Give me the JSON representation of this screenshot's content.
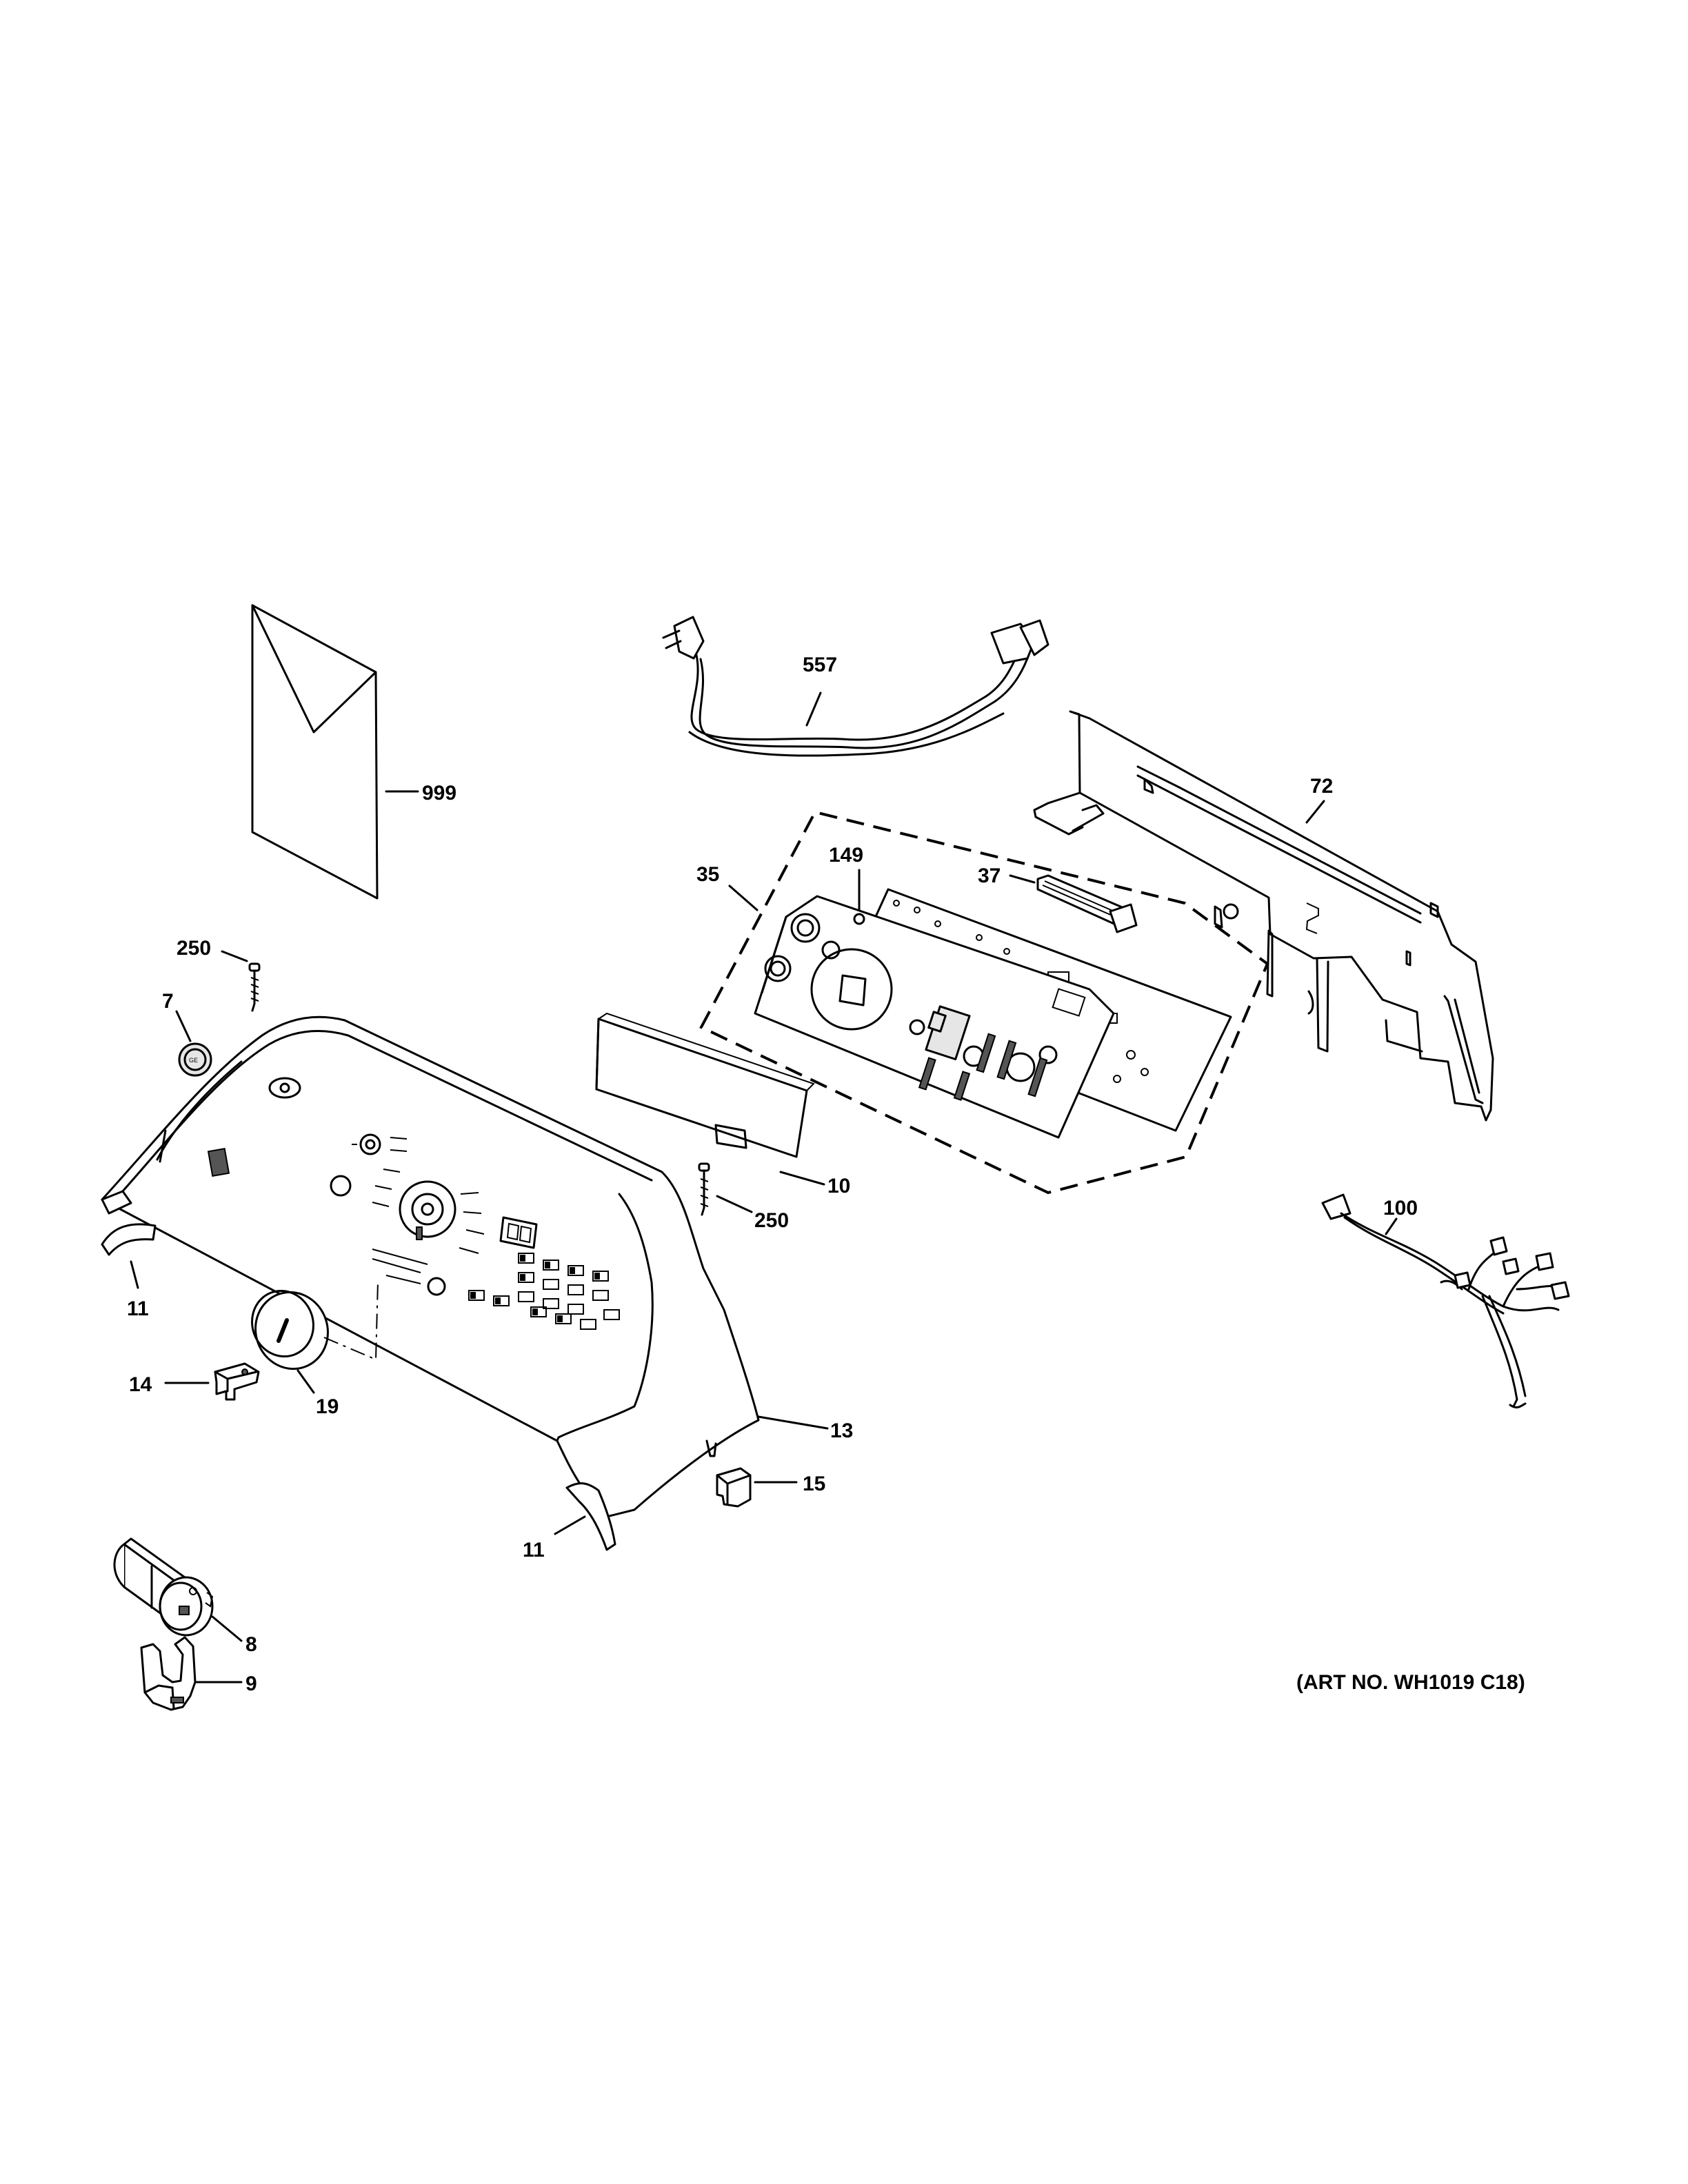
{
  "callouts": {
    "c999": "999",
    "c557": "557",
    "c72": "72",
    "c35": "35",
    "c149": "149",
    "c37": "37",
    "c250a": "250",
    "c7": "7",
    "c10": "10",
    "c250b": "250",
    "c100": "100",
    "c11a": "11",
    "c14": "14",
    "c19": "19",
    "c13": "13",
    "c15": "15",
    "c11b": "11",
    "c8": "8",
    "c9": "9"
  },
  "art_number": "(ART NO. WH1019 C18)"
}
